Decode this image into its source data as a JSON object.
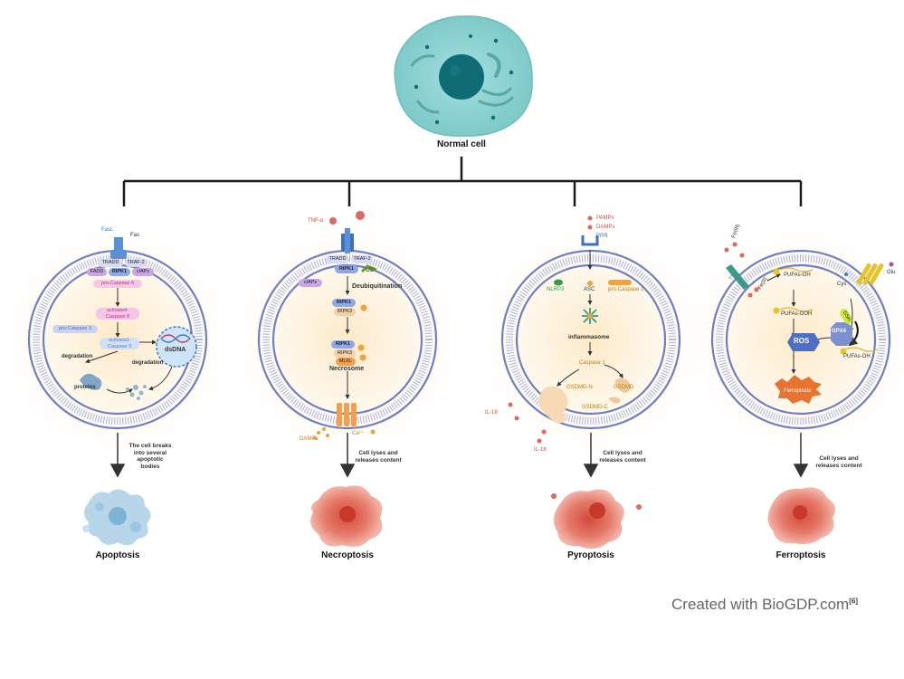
{
  "top": {
    "label": "Normal cell"
  },
  "panels": {
    "apoptosis": {
      "title": "Apoptosis",
      "fasl": "FasL",
      "fas": "Fas",
      "tradd": "TRADD",
      "traf2": "TRAF-2",
      "fadd": "FADD",
      "ripk1": "RIPK1",
      "ciaps": "cIAPs",
      "procasp8": "pro-Caspase 8",
      "actcasp8_1": "activated-",
      "actcasp8_2": "Caspase 8",
      "procasp3": "pro-Caspase 3",
      "actcasp3_1": "activated-",
      "actcasp3_2": "Caspase 3",
      "dsdna": "dsDNA",
      "degradation1": "degradation",
      "degradation2": "degradation",
      "proteins": "proteins",
      "note": "The cell breaks\ninto several\napoptotic\nbodies"
    },
    "necroptosis": {
      "title": "Necroptosis",
      "tnf": "TNF-α",
      "tradd": "TRADD",
      "traf2": "TRAF-2",
      "ripk1": "RIPK1",
      "ub": "Ub",
      "ciaps": "cIAPs",
      "deubiq": "Deubiquitination",
      "ripk1b": "RIPK1",
      "ripk3": "RIPK3",
      "ripk1c": "RIPK1",
      "ripk3c": "RIPK3",
      "mlkl": "MLKL",
      "necrosome": "Necrosome",
      "damps": "DAMPs",
      "ca": "Ca²⁺",
      "note": "Cell lyses and\nreleases content"
    },
    "pyroptosis": {
      "title": "Pyroptosis",
      "pamps": "PAMPs",
      "damps": "DAMPs",
      "prr": "PRR",
      "nlrp3": "NLRP3",
      "asc": "ASC",
      "procasp1": "pro-Caspase 1",
      "inflammasome": "inflammasome",
      "casp1": "Caspase 1",
      "gsdmdn": "GSDMD-N",
      "gsdmd": "GSDMD",
      "gsdmdc": "GSDMD-C",
      "il18a": "IL-18",
      "il18b": "IL-18",
      "note": "Cell lyses and\nreleases content"
    },
    "ferroptosis": {
      "title": "Ferroptosis",
      "fe3": "Fe(III)",
      "tfr": "TfR",
      "fe2": "Fe(II)",
      "pufaoh1": "PUFAs-OH",
      "pufaooh": "PUFAs-OOH",
      "cys": "Cys",
      "glu": "Glu",
      "gsh": "GSH",
      "gpx4": "GPX4",
      "ros": "ROS",
      "pufaoh2": "PUFAs-OH",
      "ferro": "Ferroptosis",
      "note": "Cell lyses and\nreleases content"
    }
  },
  "credit": {
    "text": "Created with BioGDP.com",
    "ref": "[6]"
  },
  "colors": {
    "membrane": "#6f7fc4",
    "tree": "#1a1a1a",
    "nucleus": "#0f6b74",
    "cell": "#8fd3d3",
    "dead": "#e06a5a",
    "apop": "#9dc8e0"
  }
}
